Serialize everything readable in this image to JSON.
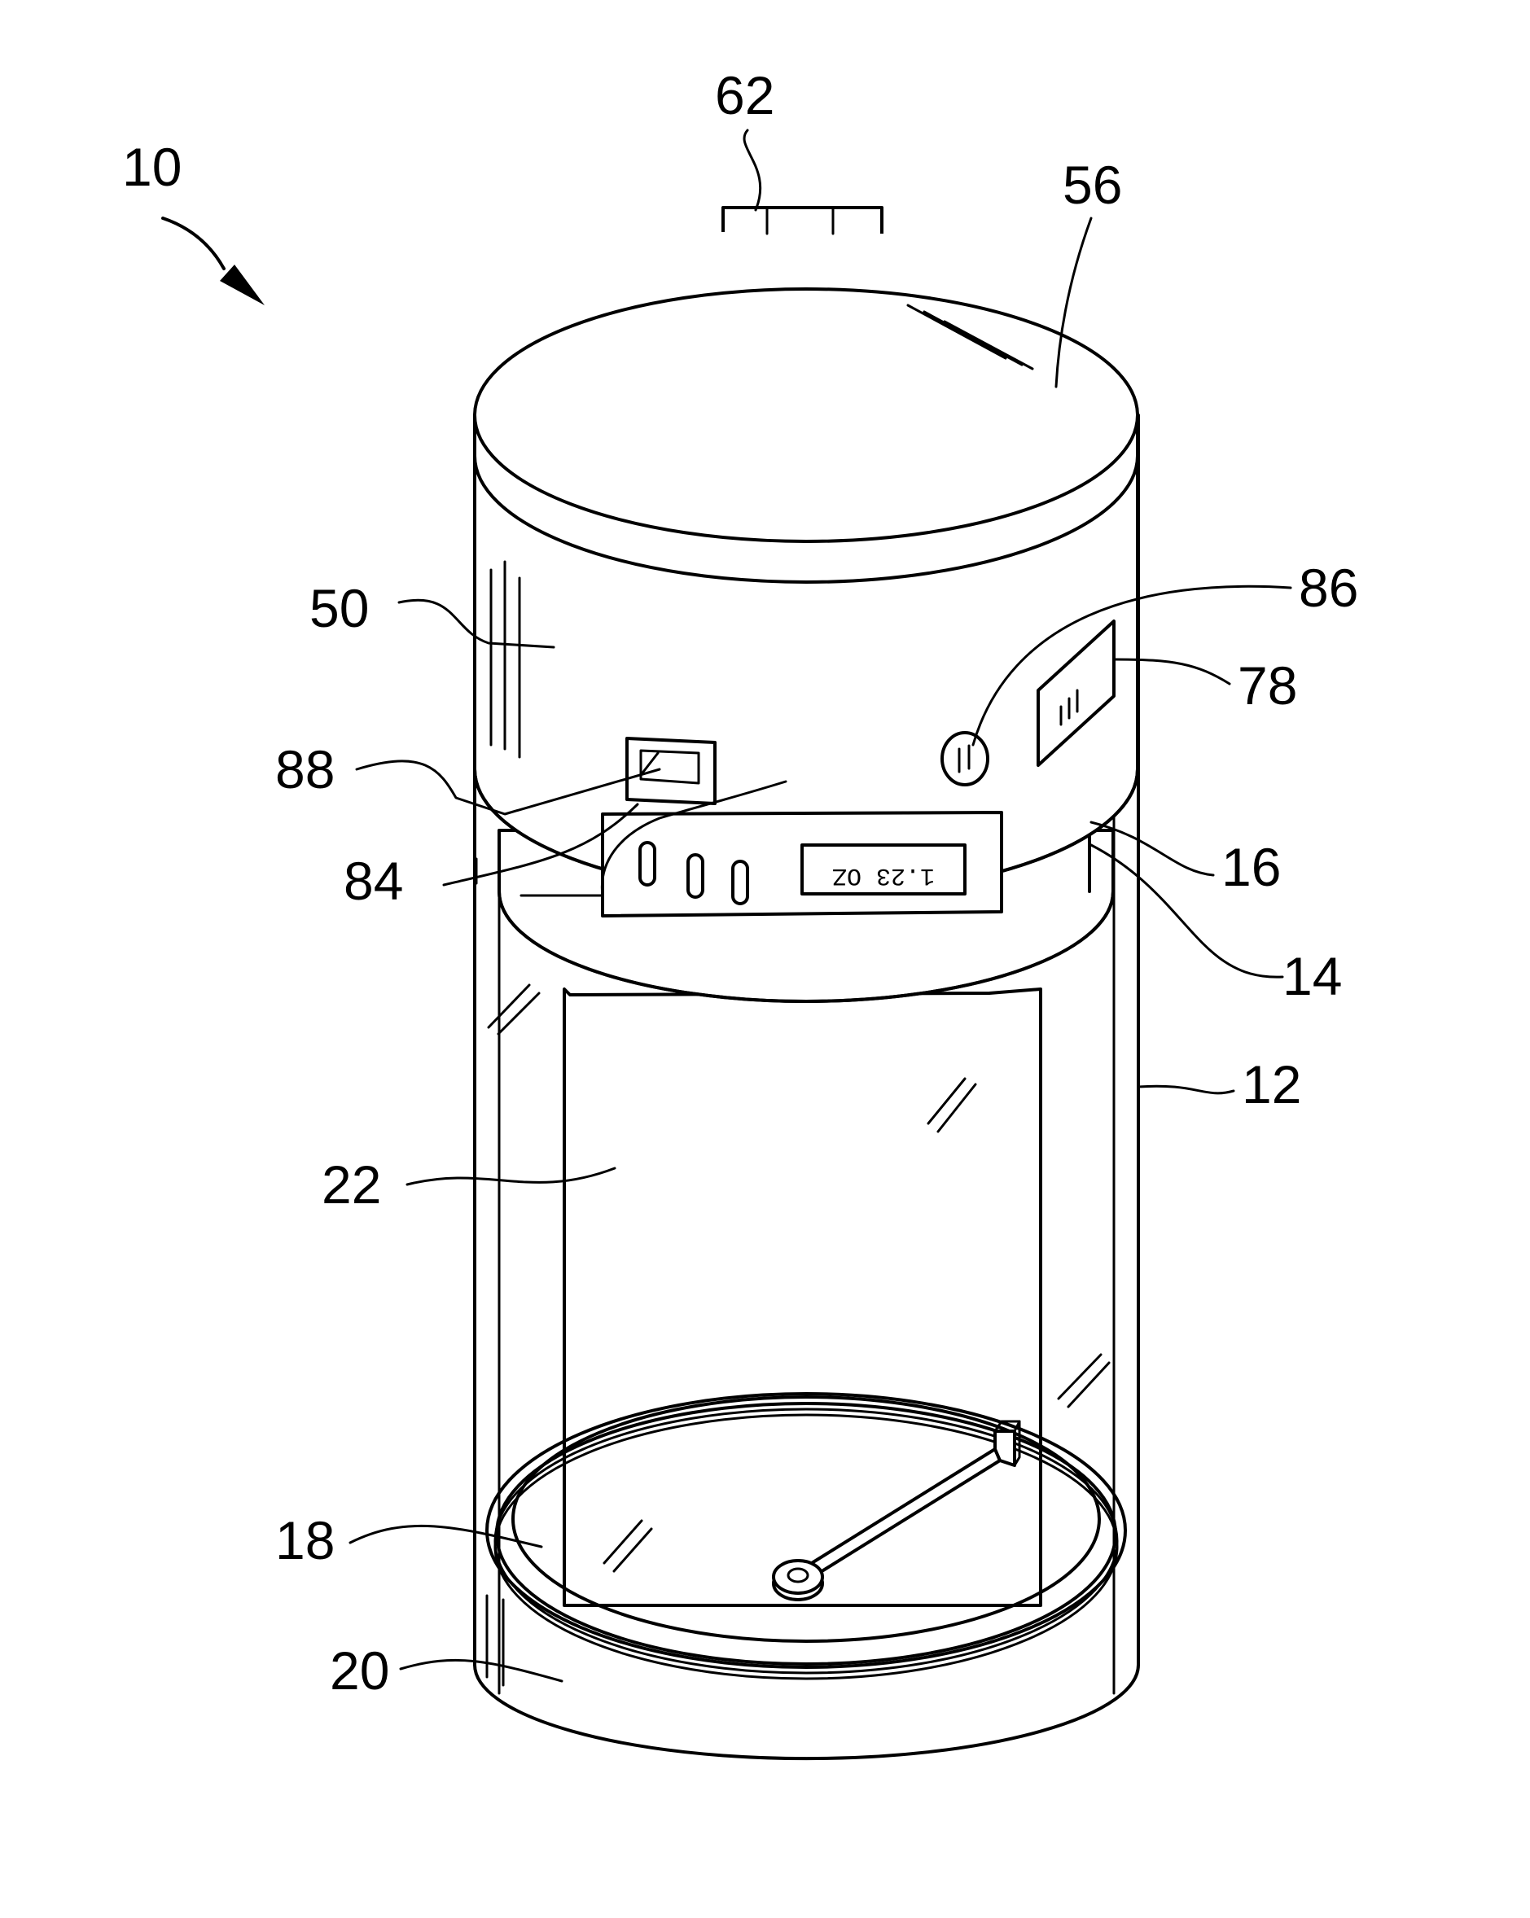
{
  "figure": {
    "labels": [
      {
        "id": "fig-ref",
        "text": "10"
      },
      {
        "id": "vent-plug",
        "text": "62"
      },
      {
        "id": "lid-top",
        "text": "56"
      },
      {
        "id": "cap",
        "text": "50"
      },
      {
        "id": "button",
        "text": "86"
      },
      {
        "id": "panel",
        "text": "78"
      },
      {
        "id": "switch",
        "text": "88"
      },
      {
        "id": "display-unit",
        "text": "84"
      },
      {
        "id": "rim",
        "text": "16"
      },
      {
        "id": "collar",
        "text": "14"
      },
      {
        "id": "container-body",
        "text": "12"
      },
      {
        "id": "window",
        "text": "22"
      },
      {
        "id": "base-plate",
        "text": "18"
      },
      {
        "id": "thread",
        "text": "20"
      }
    ],
    "display_reading": "1.23 OZ"
  }
}
